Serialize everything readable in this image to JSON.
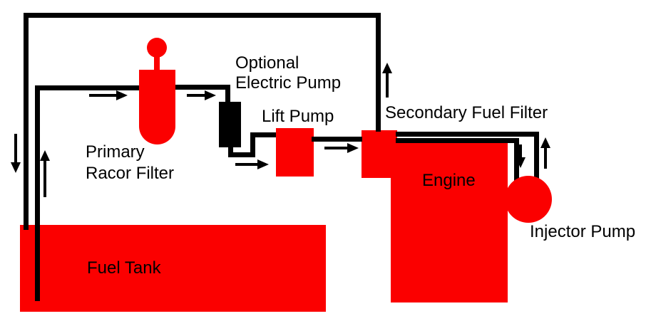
{
  "labels": {
    "primary_filter": {
      "line1": "Primary",
      "line2": "Racor Filter"
    },
    "optional_pump": {
      "line1": "Optional",
      "line2": "Electric Pump"
    },
    "lift_pump": "Lift Pump",
    "secondary_filter": "Secondary Fuel Filter",
    "engine": "Engine",
    "injector_pump": "Injector Pump",
    "fuel_tank": "Fuel Tank"
  },
  "colors": {
    "component_red": "#fb0000",
    "line_black": "#000000",
    "background": "#ffffff"
  }
}
